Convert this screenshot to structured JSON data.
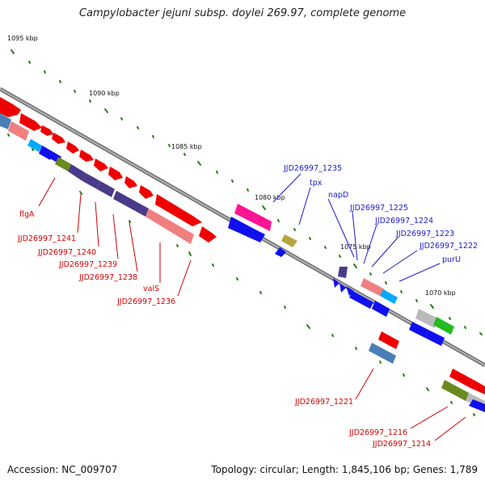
{
  "title": "Campylobacter jejuni subsp. doylei 269.97, complete genome",
  "footer": {
    "accession": "Accession: NC_009707",
    "topology": "Topology: circular; Length: 1,845,106 bp; Genes: 1,789"
  },
  "ticks": [
    "1095 kbp",
    "1090 kbp",
    "1085 kbp",
    "1080 kbp",
    "1075 kbp",
    "1070 kbp"
  ],
  "labels_left": [
    "flgA",
    "JJD26997_1241",
    "JJD26997_1240",
    "JJD26997_1239",
    "JJD26997_1238",
    "valS",
    "JJD26997_1236"
  ],
  "labels_top": [
    "JJD26997_1235",
    "tpx",
    "napD",
    "JJD26997_1225",
    "JJD26997_1224",
    "JJD26997_1223",
    "JJD26997_1222",
    "purU"
  ],
  "labels_bottom": [
    "JJD26997_1221",
    "JJD26997_1216",
    "JJD26997_1214"
  ]
}
